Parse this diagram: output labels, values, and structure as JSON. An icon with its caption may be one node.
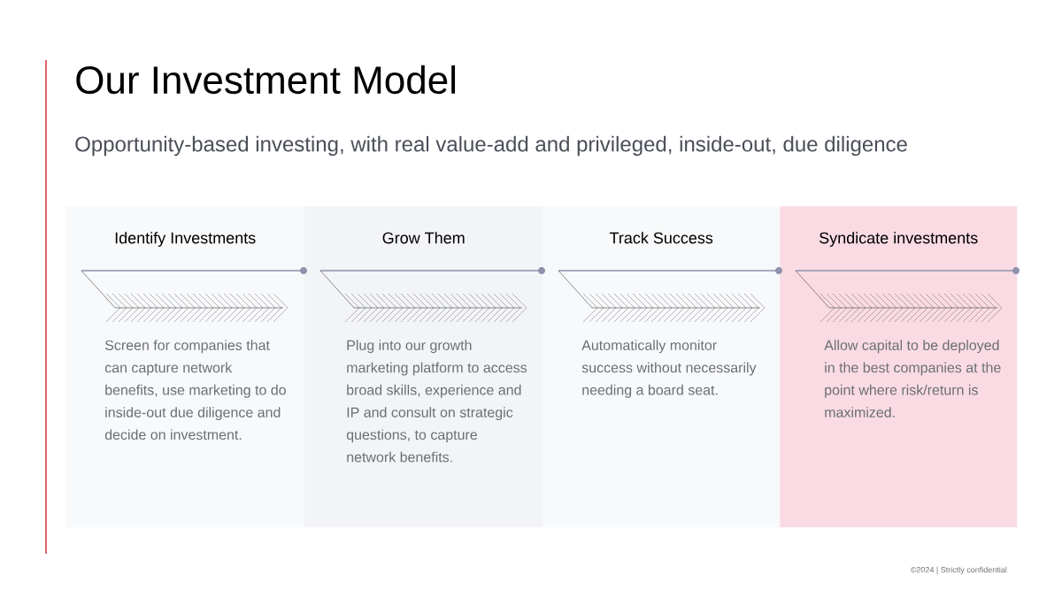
{
  "diagram": {
    "title": "Our Investment Model",
    "nodes": [
      {
        "text": [
          "Identify Investments",
          "Screen for companies that can capture network benefits, use marketing to do inside-out due diligence and decide on investment."
        ]
      },
      {
        "text": [
          "Grow Them",
          "Plug into our growth marketing platform to access broad skills, experience and IP and consult on strategic questions, to capture network benefits."
        ]
      },
      {
        "text": [
          "Track Success",
          "Automatically monitor success without necessarily needing a board seat."
        ]
      },
      {
        "text": [
          "Syndicate investments",
          "Allow capital to be deployed in the best companies at the point where risk/return is maximized."
        ]
      }
    ],
    "labels": [
      "Opportunity-based investing, with real value-add and privileged, inside-out, due diligence",
      "©2024 | Strictly confidential"
    ]
  }
}
